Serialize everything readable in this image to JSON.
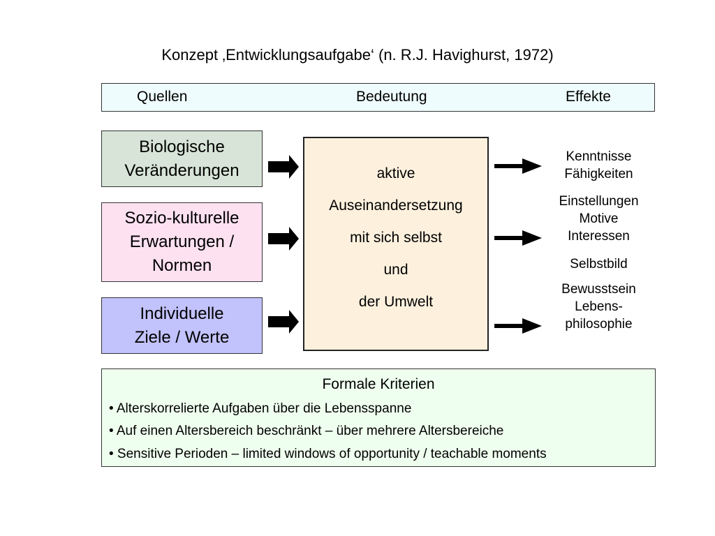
{
  "title": "Konzept ‚Entwicklungsaufgabe‘ (n. R.J. Havighurst, 1972)",
  "header": {
    "col1": "Quellen",
    "col2": "Bedeutung",
    "col3": "Effekte"
  },
  "sources": [
    {
      "line1": "Biologische",
      "line2": "Veränderungen"
    },
    {
      "line1": "Sozio-kulturelle",
      "line2": "Erwartungen /",
      "line3": "Normen"
    },
    {
      "line1": "Individuelle",
      "line2": "Ziele / Werte"
    }
  ],
  "center": {
    "lines": [
      "aktive",
      "Auseinandersetzung",
      "mit sich selbst",
      "und",
      "der Umwelt"
    ]
  },
  "effects": [
    "Kenntnisse",
    "Fähigkeiten",
    "Einstellungen",
    "Motive",
    "Interessen",
    "Selbstbild",
    "Bewusstsein",
    "Lebens-",
    "philosophie"
  ],
  "criteria": {
    "title": "Formale Kriterien",
    "items": [
      "• Alterskorrelierte Aufgaben über die Lebensspanne",
      "• Auf einen Altersbereich beschränkt – über mehrere Altersbereiche",
      "• Sensitive Perioden – limited windows of opportunity / teachable moments"
    ]
  }
}
